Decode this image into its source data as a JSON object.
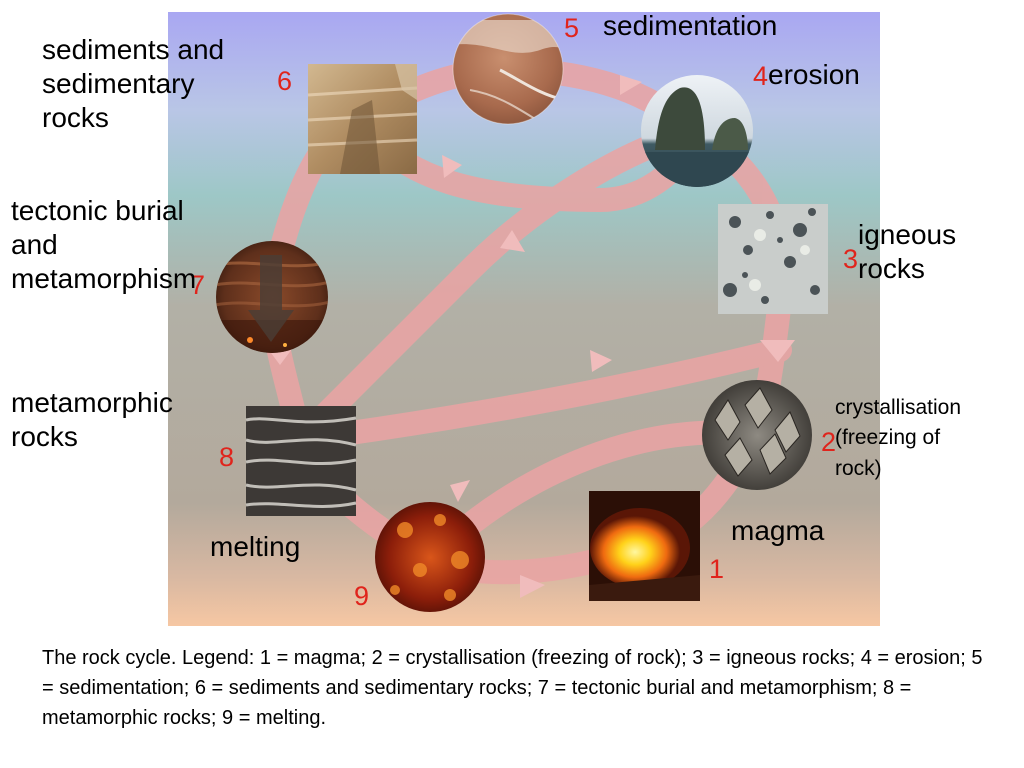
{
  "stages": [
    {
      "number": "1",
      "label": "magma",
      "icon": "volcano-lava-photo"
    },
    {
      "number": "2",
      "label": "crystallisation\n(freezing of\nrock)",
      "icon": "crystals-photo"
    },
    {
      "number": "3",
      "label": "igneous\nrocks",
      "icon": "granite-photo"
    },
    {
      "number": "4",
      "label": "erosion",
      "icon": "sea-stacks-photo"
    },
    {
      "number": "5",
      "label": "sedimentation",
      "icon": "sand-waves-photo"
    },
    {
      "number": "6",
      "label": "sediments and\nsedimentary\nrocks",
      "icon": "sandstone-photo"
    },
    {
      "number": "7",
      "label": "tectonic burial\nand\nmetamorphism",
      "icon": "layered-rock-down-arrow-photo"
    },
    {
      "number": "8",
      "label": "metamorphic\nrocks",
      "icon": "gneiss-photo"
    },
    {
      "number": "9",
      "label": "melting",
      "icon": "molten-rock-photo"
    }
  ],
  "caption": "The rock cycle. Legend: 1 = magma; 2 = crystallisation (freezing of rock); 3 = igneous rocks; 4 = erosion; 5 = sedimentation; 6 = sediments and sedimentary rocks; 7 = tectonic burial and metamorphism; 8 = metamorphic rocks; 9 = melting.",
  "colors": {
    "arrow": "#e8a0a0",
    "number": "#e0241c",
    "sky_top": "#a8a6f0",
    "ground_bottom": "#f4c4a0"
  }
}
